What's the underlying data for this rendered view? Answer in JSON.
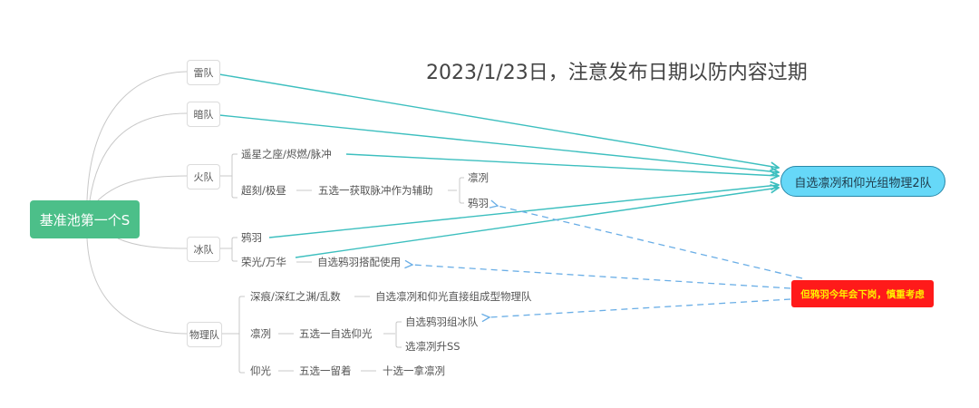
{
  "title": "2023/1/23日，注意发布日期以防内容过期",
  "root": {
    "label": "基准池第一个S",
    "color": "#4cbf89"
  },
  "branches": {
    "lei": {
      "label": "雷队"
    },
    "an": {
      "label": "暗队"
    },
    "huo": {
      "label": "火队",
      "children": [
        {
          "label": "遥星之座/烬燃/脉冲"
        },
        {
          "label": "超刻/极昼",
          "next": "五选一获取脉冲作为辅助",
          "options": [
            "凛冽",
            "鸦羽"
          ]
        }
      ]
    },
    "bing": {
      "label": "冰队",
      "children": [
        {
          "label": "鸦羽"
        },
        {
          "label": "荣光/万华",
          "next": "自选鸦羽搭配使用"
        }
      ]
    },
    "wuli": {
      "label": "物理队",
      "children": [
        {
          "label": "深痕/深红之渊/乱数",
          "next": "自选凛冽和仰光直接组成型物理队"
        },
        {
          "label": "凛冽",
          "next": "五选一自选仰光",
          "options": [
            "自选鸦羽组冰队",
            "选凛冽升SS"
          ]
        },
        {
          "label": "仰光",
          "next": "五选一留着",
          "next2": "十选一拿凛冽"
        }
      ]
    }
  },
  "target": {
    "label": "自选凛冽和仰光组物理2队",
    "color": "#66d8f8"
  },
  "warning": {
    "label": "但鸦羽今年会下岗，慎重考虑",
    "bg": "#ff1a1a",
    "fg": "#ffee00"
  },
  "colors": {
    "arrow": "#3dbfbf",
    "dashed": "#6aaee6",
    "connector": "#c8c8c8"
  }
}
